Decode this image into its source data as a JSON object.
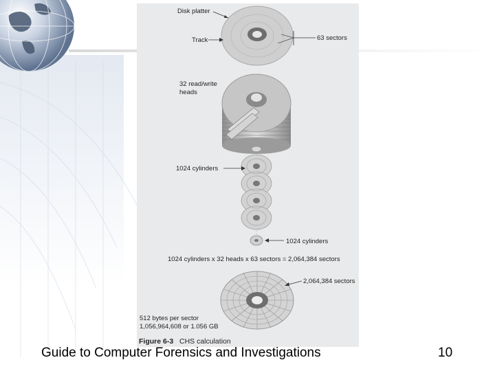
{
  "slide": {
    "footer_title": "Guide to Computer Forensics and Investigations",
    "page_number": "10"
  },
  "figure": {
    "labels": {
      "disk_platter": "Disk platter",
      "track": "Track",
      "sectors_63": "63 sectors",
      "heads_line1": "32 read/write",
      "heads_line2": "heads",
      "cylinders_a": "1024 cylinders",
      "cylinders_b": "1024 cylinders",
      "equation": "1024 cylinders x 32 heads x 63 sectors = 2,064,384 sectors",
      "sectors_total": "2,064,384 sectors",
      "bytes_line1": "512 bytes per sector",
      "bytes_line2": "1,056,964,608 or 1.056 GB"
    },
    "caption_number": "Figure 6-3",
    "caption_text": "CHS calculation"
  },
  "colors": {
    "panel_bg": "#e9eaeb",
    "platter": "#c9c9c9",
    "hub": "#6e6e6e"
  }
}
